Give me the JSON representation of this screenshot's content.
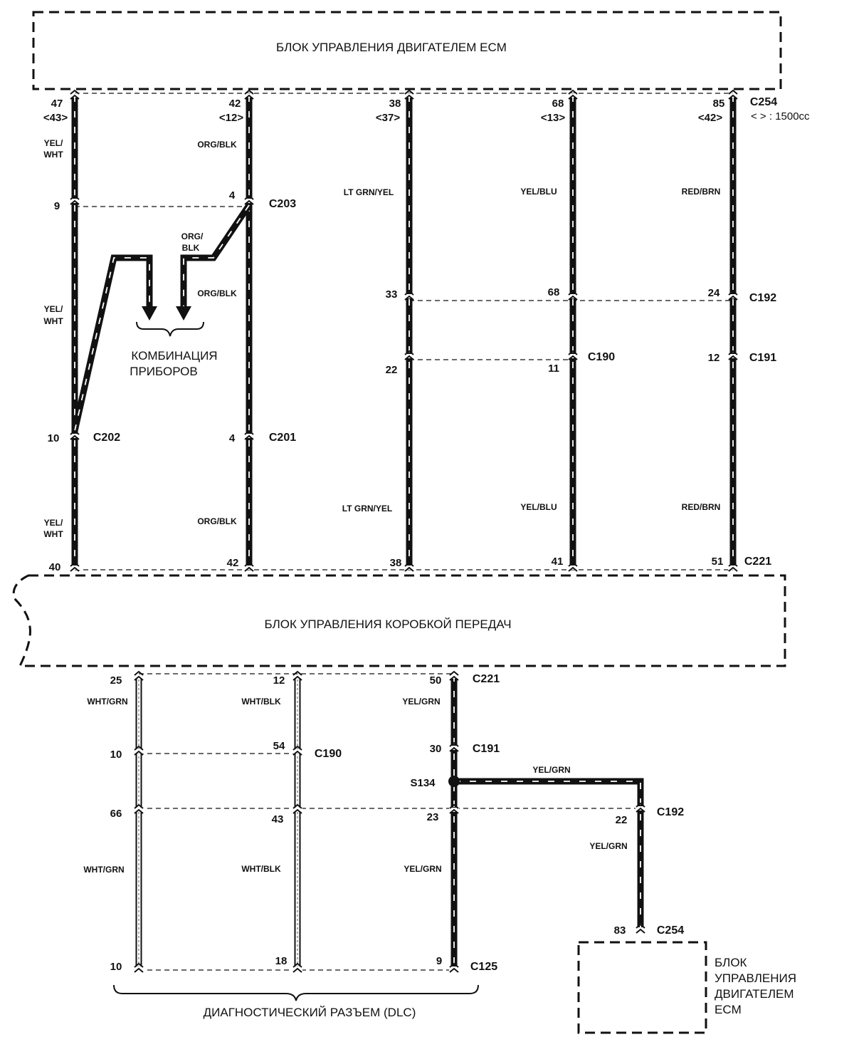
{
  "titles": {
    "ecm_top": "БЛОК УПРАВЛЕНИЯ ДВИГАТЕЛЕМ ECM",
    "tcm": "БЛОК УПРАВЛЕНИЯ КОРОБКОЙ ПЕРЕДАЧ",
    "dlc": "ДИАГНОСТИЧЕСКИЙ РАЗЪЕМ (DLC)",
    "cluster_1": "КОМБИНАЦИЯ",
    "cluster_2": "ПРИБОРОВ",
    "ecm_bottom_1": "БЛОК",
    "ecm_bottom_2": "УПРАВЛЕНИЯ",
    "ecm_bottom_3": "ДВИГАТЕЛЕМ",
    "ecm_bottom_4": "ECM",
    "note": "< > : 1500cc"
  },
  "labels": {
    "a1": "47",
    "a2": "<43>",
    "a3": "YEL/",
    "a4": "WHT",
    "a5": "9",
    "a6": "YEL/",
    "a7": "WHT",
    "a8": "10",
    "a9": "C202",
    "a10": "YEL/",
    "a11": "WHT",
    "a12": "40",
    "b1": "42",
    "b2": "<12>",
    "b3": "ORG/BLK",
    "b4": "4",
    "b5": "C203",
    "b6": "ORG/",
    "b7": "BLK",
    "b8": "ORG/BLK",
    "b9": "4",
    "b10": "C201",
    "b11": "ORG/BLK",
    "b12": "42",
    "c1": "38",
    "c2": "<37>",
    "c3": "LT GRN/YEL",
    "c4": "33",
    "c5": "22",
    "c6": "LT GRN/YEL",
    "c7": "38",
    "d1": "68",
    "d2": "<13>",
    "d3": "YEL/BLU",
    "d4": "68",
    "d5": "C190",
    "d6": "11",
    "d7": "YEL/BLU",
    "d8": "41",
    "e1": "85",
    "e2": "<42>",
    "e3": "C254",
    "e4": "RED/BRN",
    "e5": "24",
    "e6": "C192",
    "e7": "12",
    "e8": "C191",
    "e9": "RED/BRN",
    "e10": "51",
    "e11": "C221",
    "f1": "25",
    "f2": "WHT/GRN",
    "f3": "10",
    "f4": "66",
    "f5": "WHT/GRN",
    "f6": "10",
    "g1": "12",
    "g2": "WHT/BLK",
    "g3": "54",
    "g4": "C190",
    "g5": "43",
    "g6": "WHT/BLK",
    "g7": "18",
    "h1": "50",
    "h2": "C221",
    "h3": "YEL/GRN",
    "h4": "30",
    "h5": "C191",
    "h6": "S134",
    "h7": "23",
    "h8": "YEL/GRN",
    "h9": "9",
    "h10": "C125",
    "i1": "YEL/GRN",
    "i2": "22",
    "i3": "C192",
    "i4": "YEL/GRN",
    "i5": "83",
    "i6": "C254"
  },
  "colors": {
    "ink": "#111111",
    "paper": "#ffffff"
  }
}
